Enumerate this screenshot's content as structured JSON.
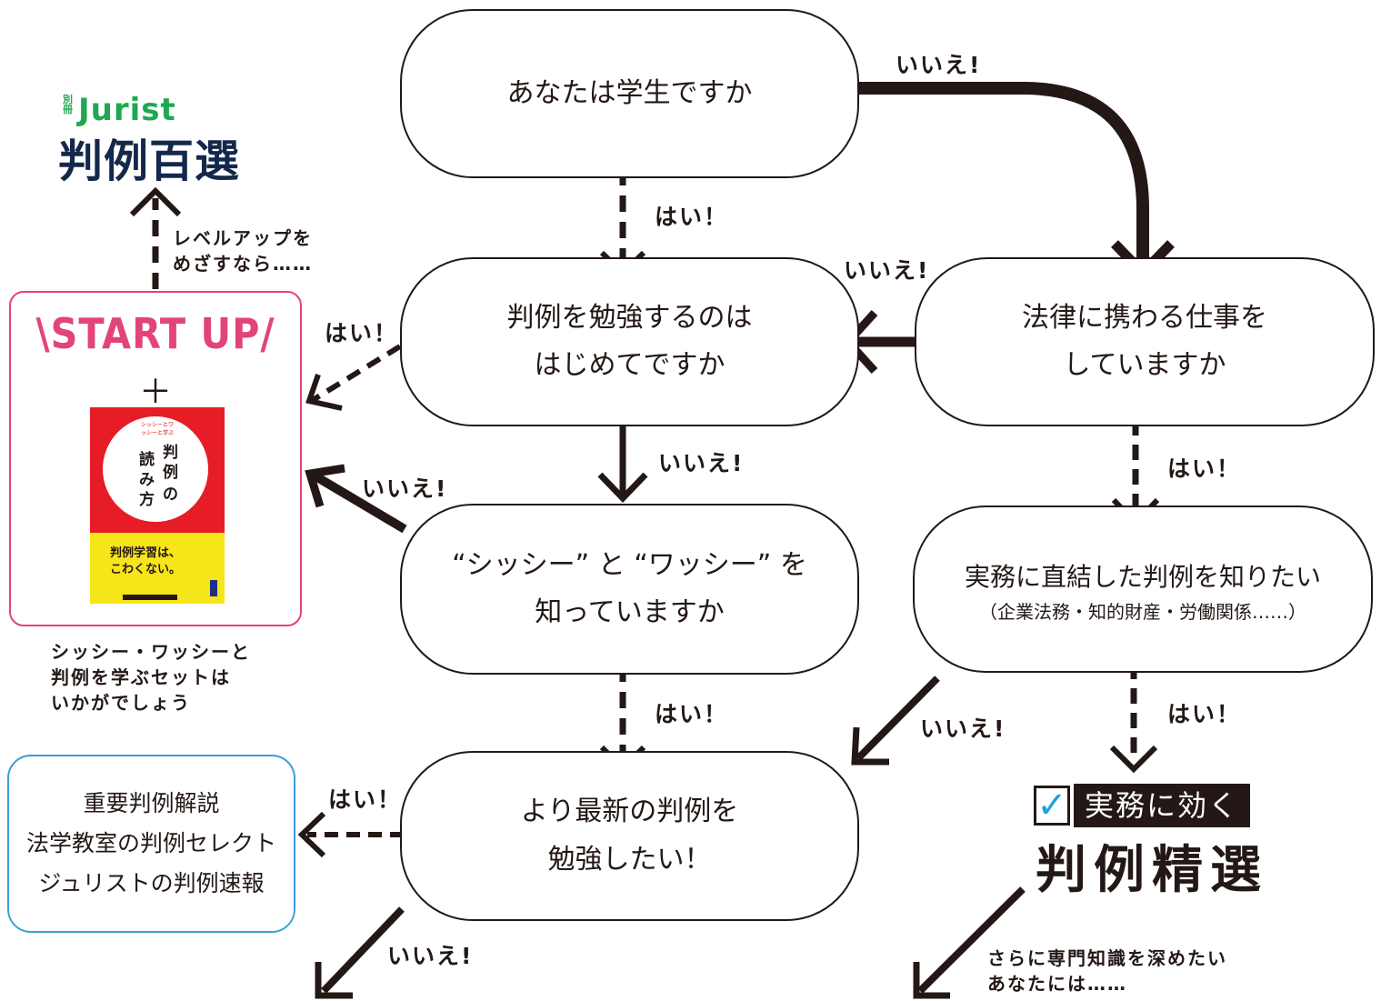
{
  "nodes": {
    "student": "あなたは学生ですか",
    "first_time": [
      "判例を勉強するのは",
      "はじめてですか"
    ],
    "work": [
      "法律に携わる仕事を",
      "していますか"
    ],
    "shissy": [
      "“シッシー” と “ワッシー” を",
      "知っていますか"
    ],
    "practical": [
      "実務に直結した判例を知りたい",
      "（企業法務・知的財産・労働関係……）"
    ],
    "latest": [
      "より最新の判例を",
      "勉強したい！"
    ]
  },
  "answers": {
    "yes": "はい！",
    "no": "いいえ!"
  },
  "products": {
    "jurist_small": "別冊",
    "jurist": "Jurist",
    "hyakusen": "判例百選",
    "startup": "\\START UP/",
    "plus": "＋",
    "book_title_chars": [
      "判",
      "例",
      "の",
      "読",
      "み",
      "方"
    ],
    "book_tag": "シッシーとワッシーと学ぶ",
    "book_catch": [
      "判例学習は、",
      "こわくない。"
    ],
    "recommend_list": [
      "重要判例解説",
      "法学教室の判例セレクト",
      "ジュリストの判例速報"
    ],
    "jitsumu_label": "実務に効く",
    "jitsumu_check": "✓",
    "seisen": "判例精選"
  },
  "notes": {
    "levelup": "レベルアップを\nめざすなら……",
    "set": "シッシー・ワッシーと\n判例を学ぶセットは\nいかがでしょう",
    "deeper": "さらに専門知識を深めたい\nあなたには……"
  },
  "colors": {
    "ink": "#231815",
    "startup_pink": "#e2447a",
    "box_blue": "#3b9ed8",
    "jurist_green": "#1fa84f",
    "hyakusen_navy": "#14284b",
    "book_red": "#e61d26",
    "book_yellow": "#f6e518",
    "check_blue": "#1ea3dc"
  }
}
